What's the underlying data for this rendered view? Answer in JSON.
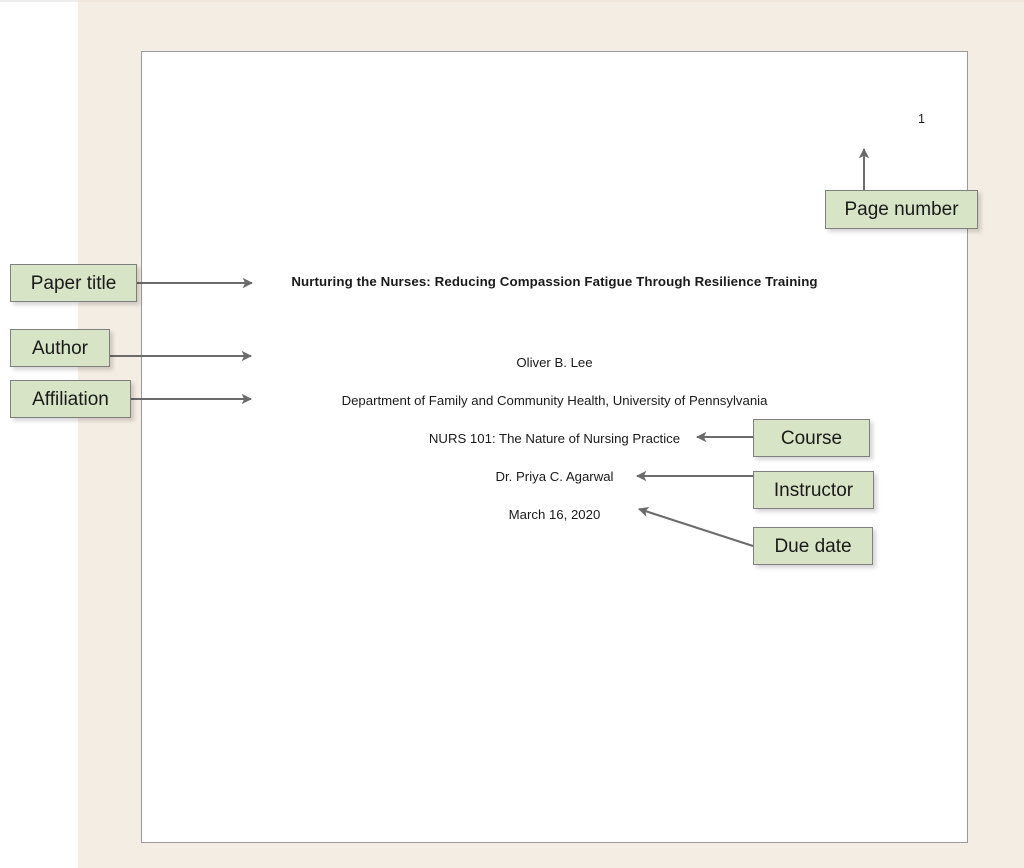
{
  "document": {
    "page_number": "1",
    "title": "Nurturing the Nurses: Reducing Compassion Fatigue Through Resilience Training",
    "author": "Oliver B. Lee",
    "affiliation": "Department of Family and Community Health, University of Pennsylvania",
    "course": "NURS 101: The Nature of Nursing Practice",
    "instructor": "Dr. Priya C. Agarwal",
    "due_date": "March 16, 2020"
  },
  "callouts": {
    "paper_title": "Paper title",
    "author": "Author",
    "affiliation": "Affiliation",
    "page_number": "Page number",
    "course": "Course",
    "instructor": "Instructor",
    "due_date": "Due date"
  },
  "colors": {
    "callout_fill": "#d8e4c6",
    "callout_border": "#7f7f7f",
    "arrow": "#6b6b6b",
    "backdrop": "#f4ede3",
    "page": "#ffffff",
    "page_border": "#9a9a9a",
    "text": "#1a1a1a"
  }
}
